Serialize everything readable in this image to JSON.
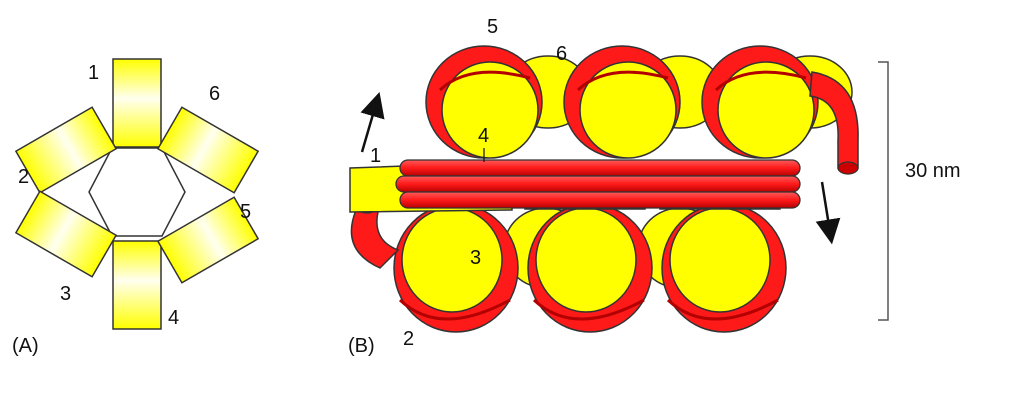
{
  "colors": {
    "yellow": "#ffff00",
    "yellow_dark": "#d8d400",
    "yellow_light": "#fffff0",
    "red": "#ff1a1a",
    "red_dark": "#cc0000",
    "red_inner": "#b30000",
    "outline": "#222222",
    "bracket": "#555555"
  },
  "panel_a": {
    "caption": "(A)",
    "labels": {
      "n1": "1",
      "n2": "2",
      "n3": "3",
      "n4": "4",
      "n5": "5",
      "n6": "6"
    }
  },
  "panel_b": {
    "caption": "(B)",
    "labels": {
      "n1": "1",
      "n2": "2",
      "n3": "3",
      "n4": "4",
      "n5": "5",
      "n6": "6"
    },
    "scale_label": "30 nm"
  }
}
